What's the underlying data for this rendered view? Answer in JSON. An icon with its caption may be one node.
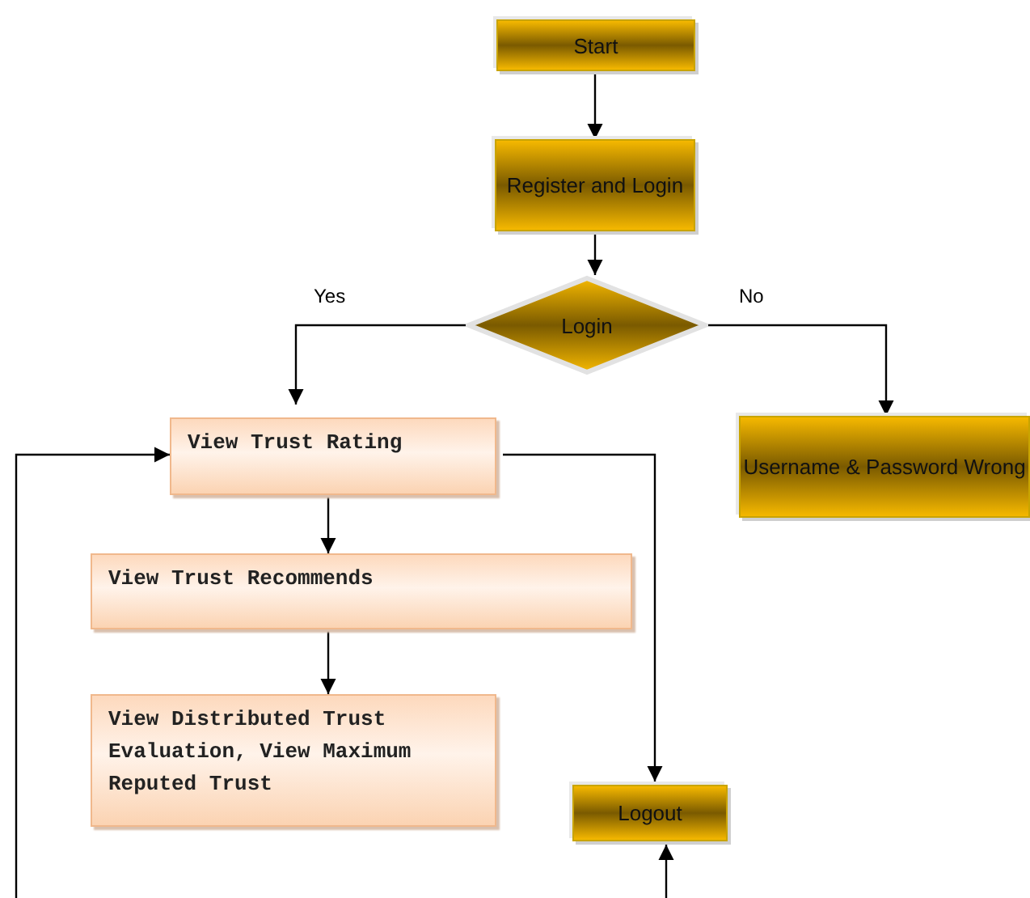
{
  "diagram": {
    "nodes": [
      {
        "text": [
          "Start"
        ]
      },
      {
        "text": [
          "Register and Login"
        ]
      },
      {
        "text": [
          "Login"
        ]
      },
      {
        "text": [
          "Username & Password Wrong"
        ]
      },
      {
        "text": [
          "View Trust Rating"
        ]
      },
      {
        "text": [
          "View Trust Recommends"
        ]
      },
      {
        "text": [
          "View Distributed Trust Evaluation, View Maximum Reputed Trust"
        ]
      },
      {
        "text": [
          "Logout"
        ]
      }
    ],
    "edges": [
      {
        "from": 0,
        "to": 1,
        "arrow": "to"
      },
      {
        "from": 1,
        "to": 2,
        "arrow": "to"
      },
      {
        "from": 2,
        "to": 4,
        "label": "Yes",
        "arrow": "to"
      },
      {
        "from": 2,
        "to": 3,
        "label": "No",
        "arrow": "to"
      },
      {
        "from": 4,
        "to": 5,
        "arrow": "to"
      },
      {
        "from": 5,
        "to": 6,
        "arrow": "to"
      },
      {
        "from": 4,
        "to": 7,
        "arrow": "to"
      },
      {
        "from": null,
        "to": 4,
        "arrow": "to"
      },
      {
        "from": null,
        "to": 7,
        "arrow": "to"
      }
    ]
  }
}
